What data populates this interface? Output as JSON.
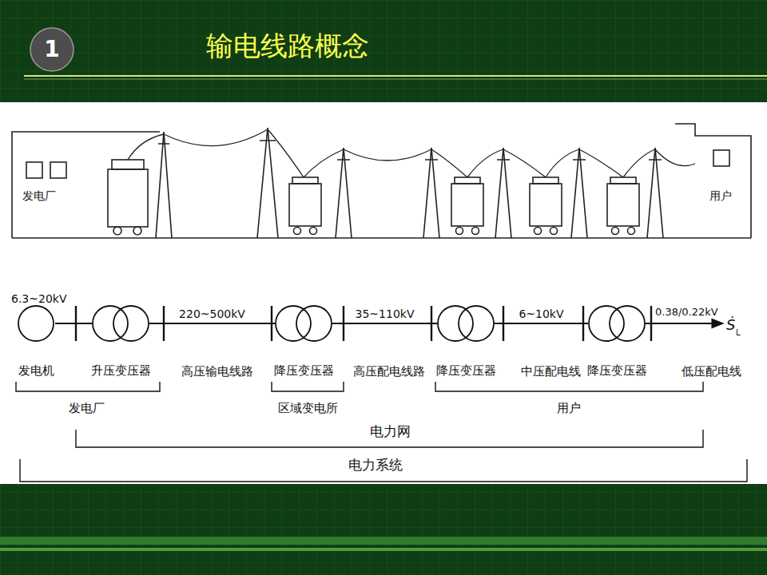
{
  "diagram": {
    "title": "输电线路概念",
    "nodes": [
      {
        "text": [
          "1"
        ]
      },
      {
        "text": [
          "发电机"
        ]
      },
      {
        "text": [
          "升压变压器"
        ]
      },
      {
        "text": [
          "降压变压器"
        ]
      },
      {
        "text": [
          "降压变压器"
        ]
      },
      {
        "text": [
          "降压变压器"
        ]
      }
    ],
    "edges": [
      {
        "from": 1,
        "to": 2,
        "arrow": "none"
      },
      {
        "from": 2,
        "to": 3,
        "label": "220~500kV",
        "arrow": "none"
      },
      {
        "from": 3,
        "to": 4,
        "label": "35~110kV",
        "arrow": "none"
      },
      {
        "from": 4,
        "to": 5,
        "label": "6~10kV",
        "arrow": "none"
      }
    ],
    "labels": [
      "发电厂",
      "用户",
      "6.3~20kV",
      "0.38/0.22kV",
      "Ṡ",
      "L",
      "高压输电线路",
      "高压配电线路",
      "中压配电线",
      "低压配电线",
      "发电厂",
      "区域变电所",
      "用户",
      "电力网",
      "电力系统"
    ]
  }
}
